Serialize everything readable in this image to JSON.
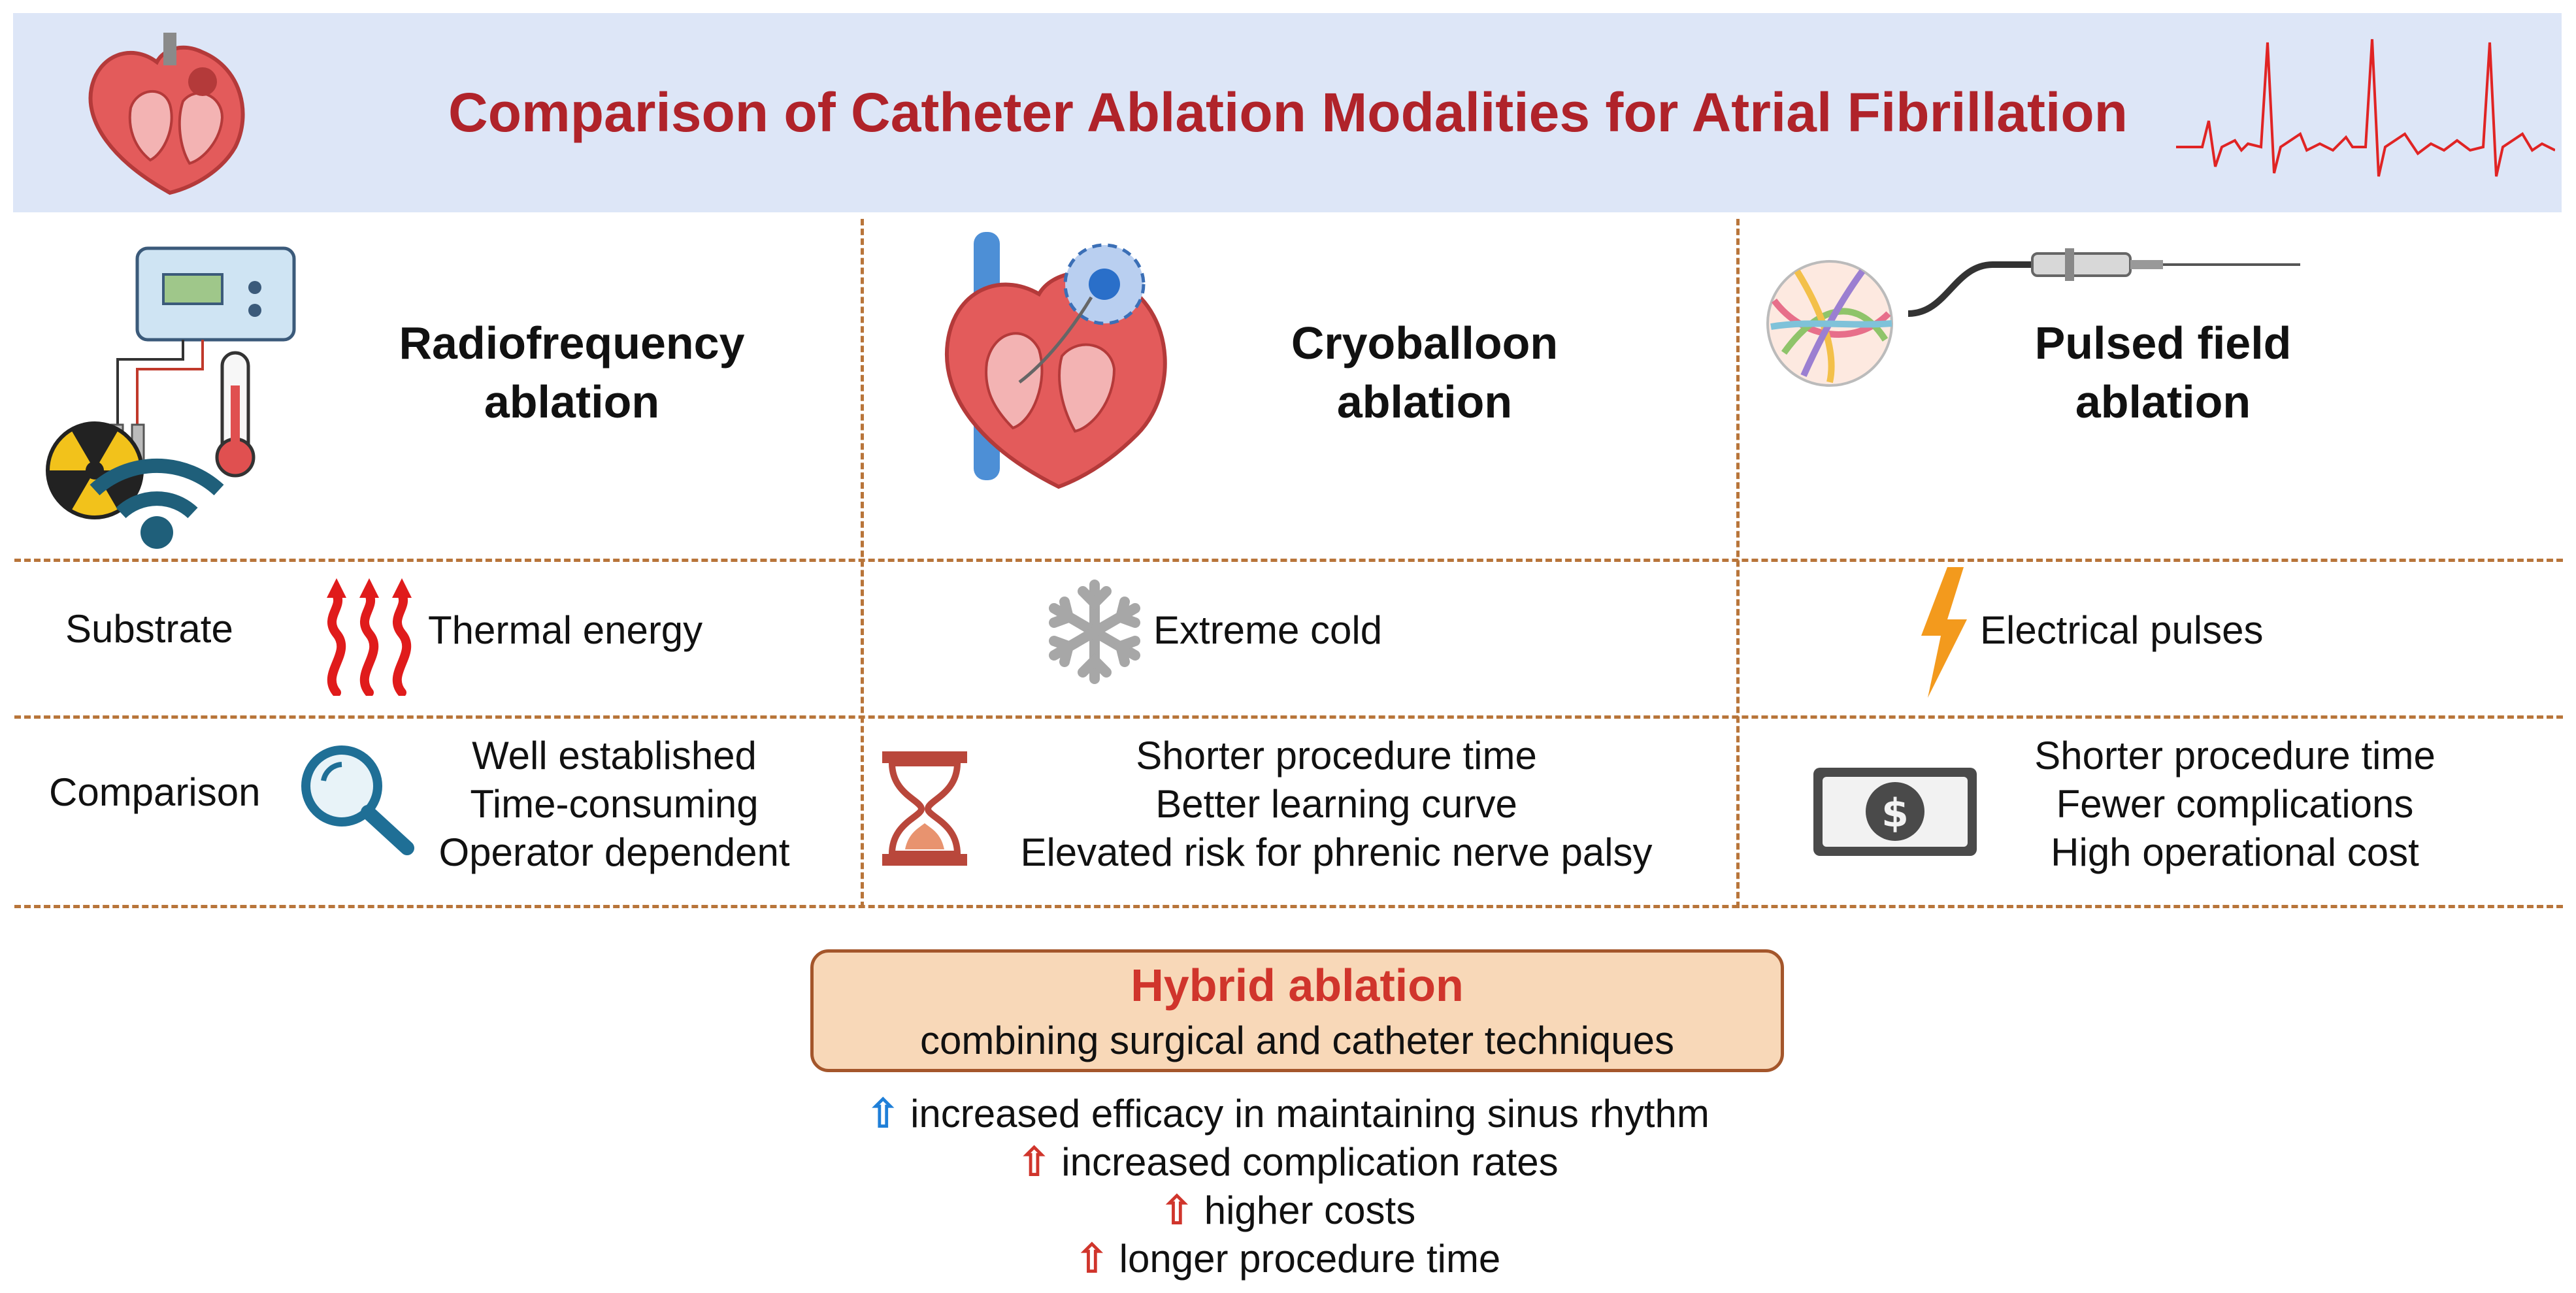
{
  "title": "Comparison of Catheter Ablation Modalities for Atrial Fibrillation",
  "colors": {
    "title_red": "#b0232a",
    "header_bg": "#dde6f7",
    "divider": "#b8753a",
    "hybrid_bg": "#f8d8b8",
    "hybrid_border": "#a4562b",
    "accent_red": "#d0352c",
    "accent_blue": "#1f7fd8",
    "bolt_orange": "#f39a1d"
  },
  "modalities": [
    {
      "name_line1": "Radiofrequency",
      "name_line2": "ablation",
      "icon": "rf-generator-icon"
    },
    {
      "name_line1": "Cryoballoon",
      "name_line2": "ablation",
      "icon": "heart-cryoballoon-icon"
    },
    {
      "name_line1": "Pulsed field",
      "name_line2": "ablation",
      "icon": "pfa-catheter-icon"
    }
  ],
  "rows": {
    "substrate": {
      "label": "Substrate",
      "cells": [
        {
          "text": "Thermal energy",
          "icon": "heat-waves-icon"
        },
        {
          "text": "Extreme cold",
          "icon": "snowflake-icon"
        },
        {
          "text": "Electrical pulses",
          "icon": "lightning-bolt-icon"
        }
      ]
    },
    "comparison": {
      "label": "Comparison",
      "cells": [
        {
          "lines": [
            "Well established",
            "Time-consuming",
            "Operator dependent"
          ],
          "icon": "magnifier-icon"
        },
        {
          "lines": [
            "Shorter procedure time",
            "Better learning curve",
            "Elevated risk for phrenic nerve palsy"
          ],
          "icon": "hourglass-icon"
        },
        {
          "lines": [
            "Shorter procedure time",
            "Fewer complications",
            "High operational cost"
          ],
          "icon": "banknote-icon"
        }
      ]
    }
  },
  "hybrid": {
    "title": "Hybrid ablation",
    "subtitle": "combining surgical and catheter techniques",
    "outcomes": [
      {
        "arrow": "⇧",
        "text": "increased efficacy in maintaining sinus rhythm",
        "color": "blue"
      },
      {
        "arrow": "⇧",
        "text": "increased complication rates",
        "color": "red"
      },
      {
        "arrow": "⇧",
        "text": "higher costs",
        "color": "red"
      },
      {
        "arrow": "⇧",
        "text": "longer procedure time",
        "color": "red"
      }
    ]
  }
}
